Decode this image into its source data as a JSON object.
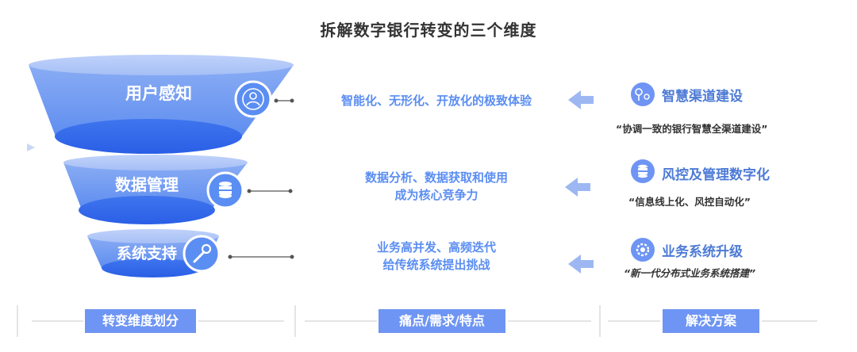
{
  "title": "拆解数字银行转变的三个维度",
  "dimensions": [
    {
      "label": "用户感知",
      "icon": "user-icon"
    },
    {
      "label": "数据管理",
      "icon": "database-icon"
    },
    {
      "label": "系统支持",
      "icon": "wrench-icon"
    }
  ],
  "pain_points": [
    {
      "line1": "智能化、无形化、开放化的极致体验",
      "line2": ""
    },
    {
      "line1": "数据分析、数据获取和使用",
      "line2": "成为核心竞争力"
    },
    {
      "line1": "业务高并发、高频迭代",
      "line2": "给传统系统提出挑战"
    }
  ],
  "solutions": [
    {
      "title": "智慧渠道建设",
      "quote": "“协调一致的银行智慧全渠道建设”",
      "icon": "location-icon"
    },
    {
      "title": "风控及管理数字化",
      "quote": "“信息线上化、风控自动化”",
      "icon": "database-icon"
    },
    {
      "title": "业务系统升级",
      "quote": "“新一代分布式业务系统搭建”",
      "icon": "gear-icon"
    }
  ],
  "categories": [
    "转变维度划分",
    "痛点/需求/特点",
    "解决方案"
  ],
  "colors": {
    "funnel_top": "#a8c0f7",
    "funnel_bottom": "#2f66ea",
    "accent_blue": "#5b8ef2",
    "category_bg": "#6e95f3",
    "arrow": "#9db7f2"
  }
}
